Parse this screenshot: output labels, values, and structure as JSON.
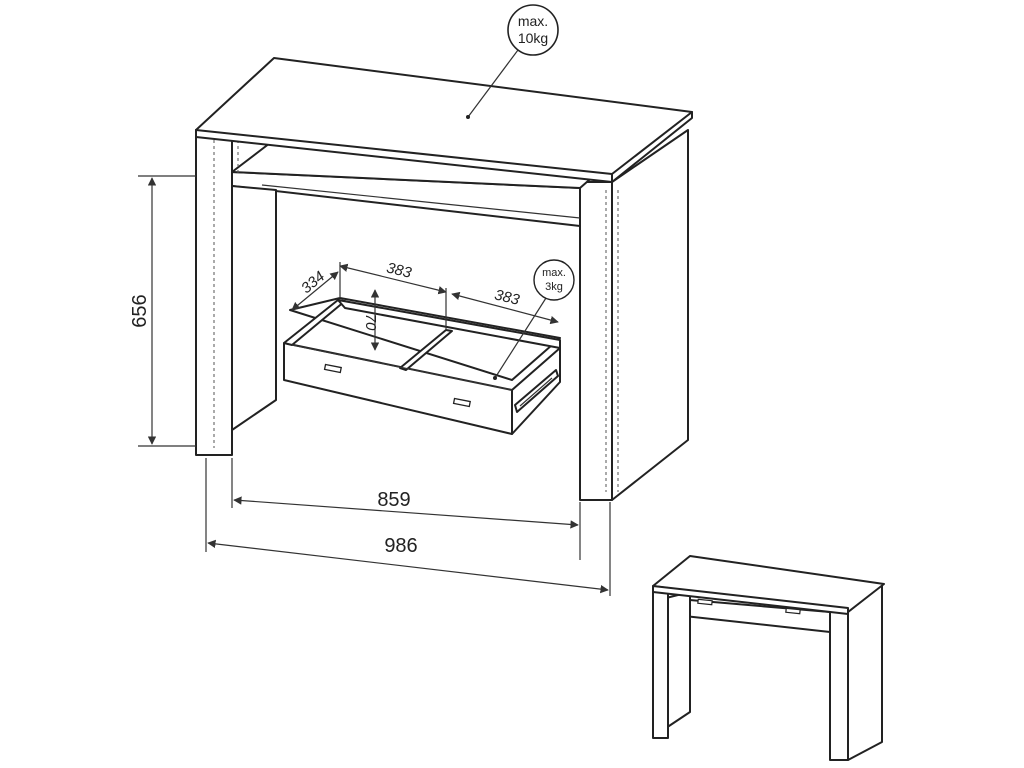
{
  "desk_drawing": {
    "top_load_label_line1": "max.",
    "top_load_label_line2": "10kg",
    "drawer_load_label_line1": "max.",
    "drawer_load_label_line2": "3kg"
  },
  "dimensions": {
    "height": "656",
    "inner_width": "859",
    "total_width": "986",
    "drawer_depth": "334",
    "drawer_compartment_left": "383",
    "drawer_compartment_right": "383",
    "drawer_height": "70"
  }
}
